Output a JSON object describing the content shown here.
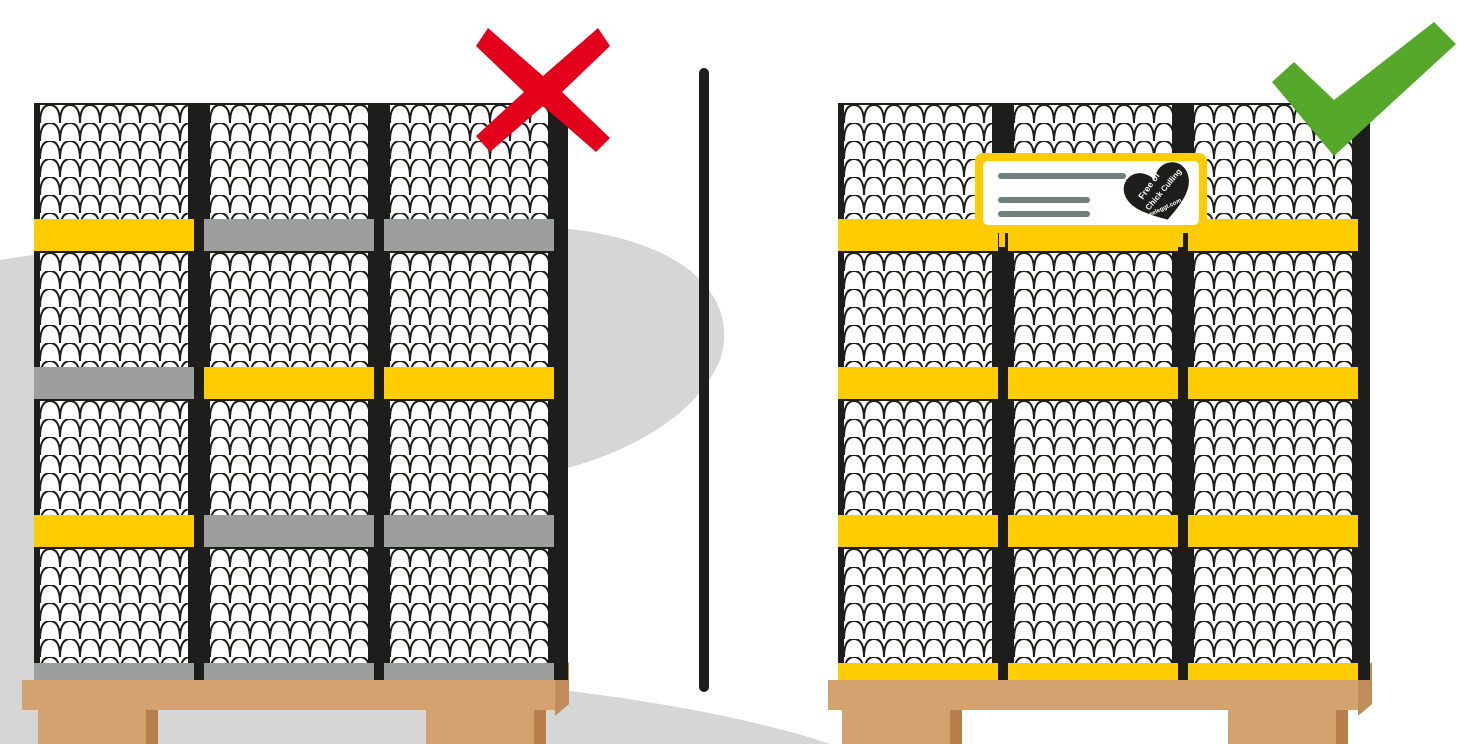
{
  "comparison": {
    "left": {
      "verdict": "incorrect",
      "mark_icon": "cross-icon",
      "mark_color": "#e3001b",
      "band_colors_by_tier": [
        [
          "yellow",
          "gray",
          "gray"
        ],
        [
          "gray",
          "yellow",
          "yellow"
        ],
        [
          "yellow",
          "gray",
          "gray"
        ],
        [
          "gray",
          "gray",
          "gray"
        ]
      ]
    },
    "right": {
      "verdict": "correct",
      "mark_icon": "check-icon",
      "mark_color": "#56a82b",
      "band_colors_by_tier": [
        [
          "yellow",
          "yellow",
          "yellow"
        ],
        [
          "yellow",
          "yellow",
          "yellow"
        ],
        [
          "yellow",
          "yellow",
          "yellow"
        ],
        [
          "yellow",
          "yellow",
          "yellow"
        ]
      ],
      "label_sign": {
        "logo": {
          "line1": "Free of",
          "line2": "Chick Culling",
          "line3": "seleggt.com"
        }
      }
    }
  },
  "colors": {
    "yellow": "#ffcc00",
    "gray": "#9d9e9e",
    "pallet": "#d4a26e",
    "carton": "#1d1d1b",
    "shadow": "#d6d6d6"
  }
}
